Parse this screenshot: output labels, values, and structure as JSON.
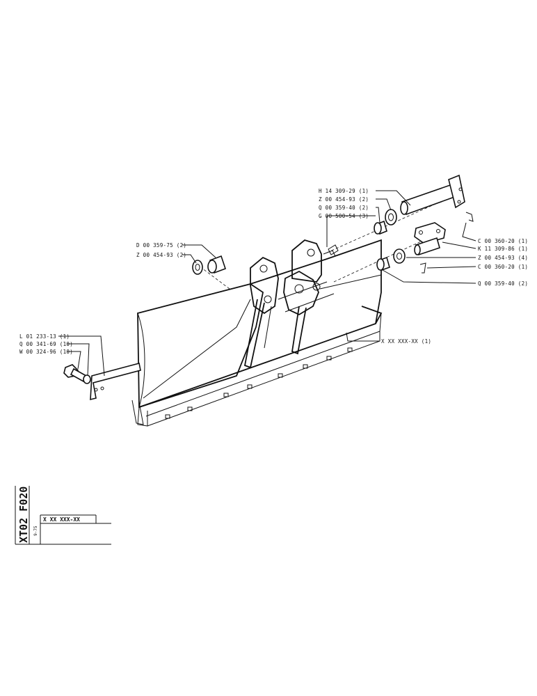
{
  "callouts": {
    "h14": "H 14 309-29 (1)",
    "z00a": "Z 00 454-93 (2)",
    "q00a": "Q 00 359-40 (2)",
    "g00": "G 00 500-54 (3)",
    "d00": "D 00 359-75 (2)",
    "z00b": "Z 00 454-93 (2)",
    "c00a": "C 00 360-20 (1)",
    "k11": "K 11 309-86 (1)",
    "z00c": "Z 00 454-93 (4)",
    "c00b": "C 00 360-20 (1)",
    "q00b": "Q 00 359-40 (2)",
    "main": "X XX XXX-XX (1)",
    "l01": "L 01 233-13 (1)",
    "q00c": "Q 00 341-69 (10)",
    "w00": "W 00 324-96 (10)"
  },
  "title_block": {
    "code": "XT02 F020",
    "part_ref": "X XX XXX-XX",
    "date": "9-75"
  }
}
